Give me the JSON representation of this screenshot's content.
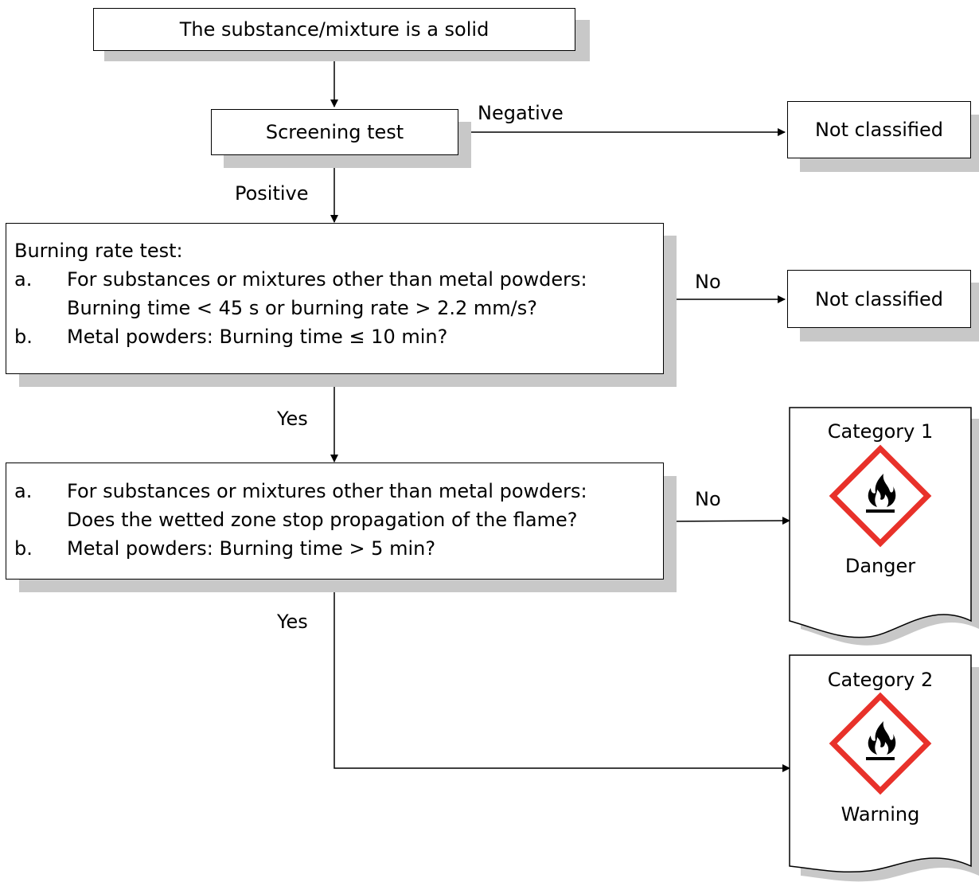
{
  "start": {
    "text": "The substance/mixture is a solid"
  },
  "screening": {
    "text": "Screening test",
    "negative_label": "Negative",
    "positive_label": "Positive",
    "not_classified": "Not classified"
  },
  "burning": {
    "title": "Burning rate test:",
    "a_letter": "a.",
    "a_line1": "For substances or mixtures other than metal powders:",
    "a_line2": "Burning time < 45 s or burning rate > 2.2 mm/s?",
    "b_letter": "b.",
    "b_text": "Metal powders: Burning time ≤ 10 min?",
    "no_label": "No",
    "not_classified": "Not classified",
    "yes_label": "Yes"
  },
  "wetted": {
    "a_letter": "a.",
    "a_line1": "For substances or mixtures other than metal powders:",
    "a_line2": "Does the wetted zone stop propagation of the flame?",
    "b_letter": "b.",
    "b_text": "Metal powders: Burning time > 5 min?",
    "no_label": "No",
    "yes_label": "Yes"
  },
  "category1": {
    "title": "Category 1",
    "signal": "Danger",
    "pictogram": "flame-icon"
  },
  "category2": {
    "title": "Category 2",
    "signal": "Warning",
    "pictogram": "flame-icon"
  },
  "colors": {
    "shadow": "#c8c8c8",
    "hazard_border": "#e8312a",
    "line": "#000000"
  }
}
